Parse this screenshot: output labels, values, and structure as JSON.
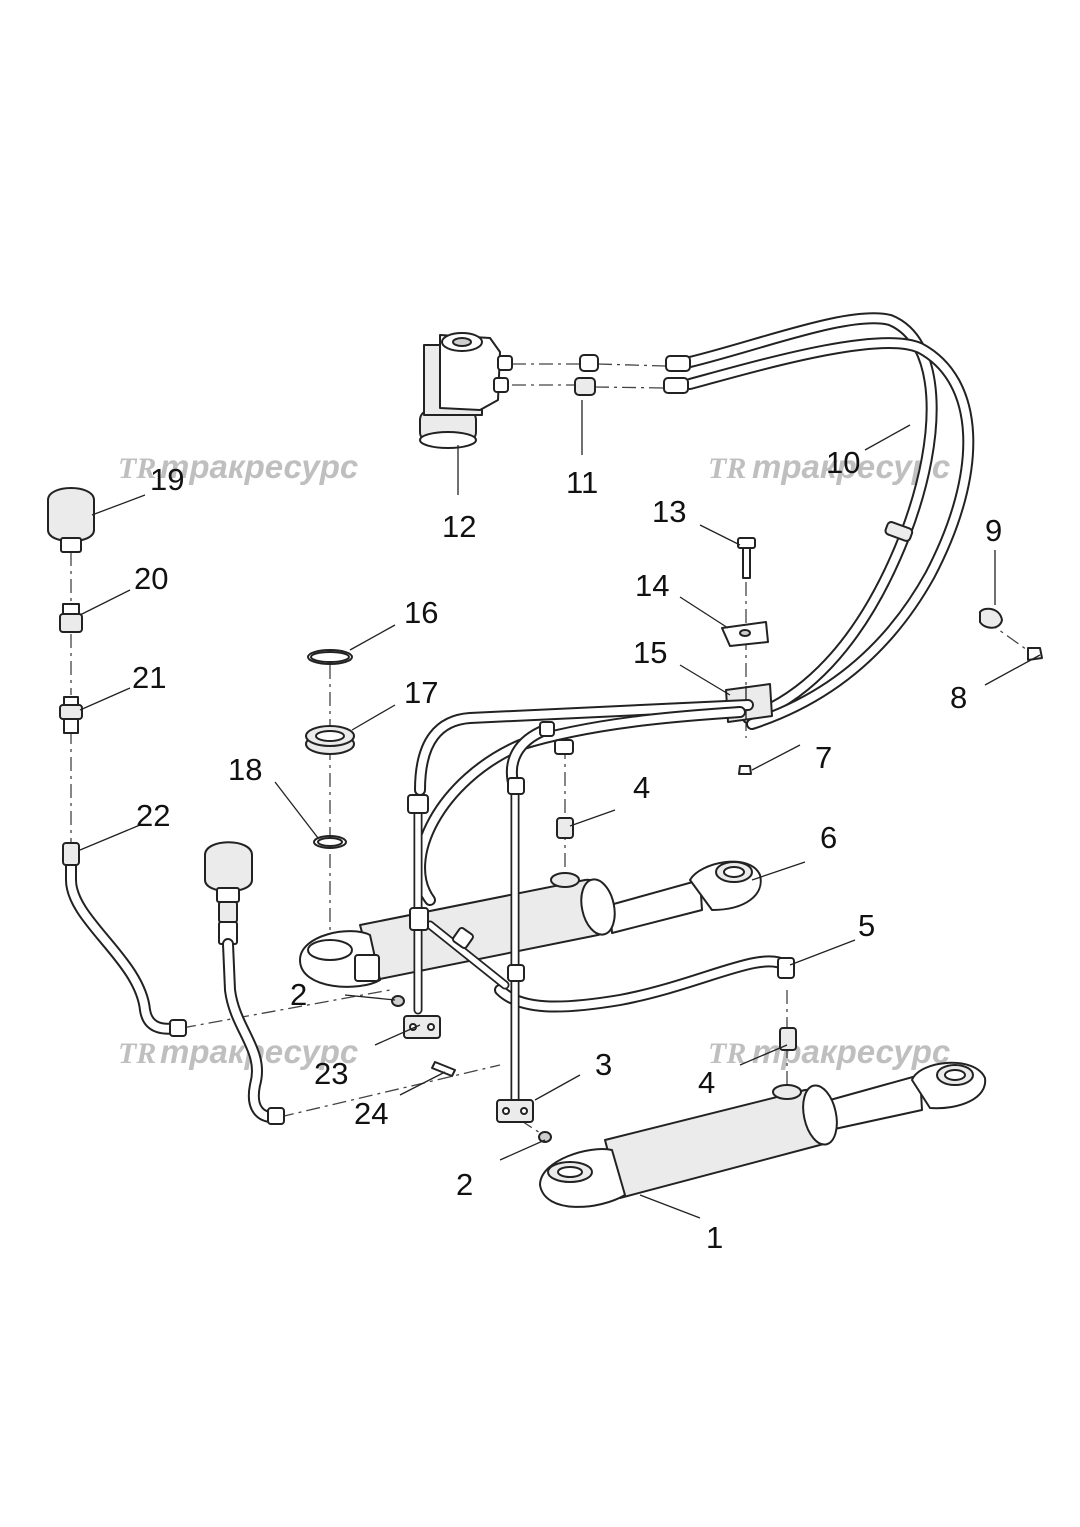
{
  "watermark": {
    "logo": "TR",
    "text": "тракресурс"
  },
  "callouts": {
    "c1": "1",
    "c2a": "2",
    "c2b": "2",
    "c3": "3",
    "c4a": "4",
    "c4b": "4",
    "c5": "5",
    "c6": "6",
    "c7": "7",
    "c8": "8",
    "c9": "9",
    "c10": "10",
    "c11": "11",
    "c12": "12",
    "c13": "13",
    "c14": "14",
    "c15": "15",
    "c16": "16",
    "c17": "17",
    "c18": "18",
    "c19": "19",
    "c20": "20",
    "c21": "21",
    "c22": "22",
    "c23": "23",
    "c24": "24"
  },
  "colors": {
    "line": "#222222",
    "watermark": "#b0b0b0",
    "background": "#ffffff"
  }
}
